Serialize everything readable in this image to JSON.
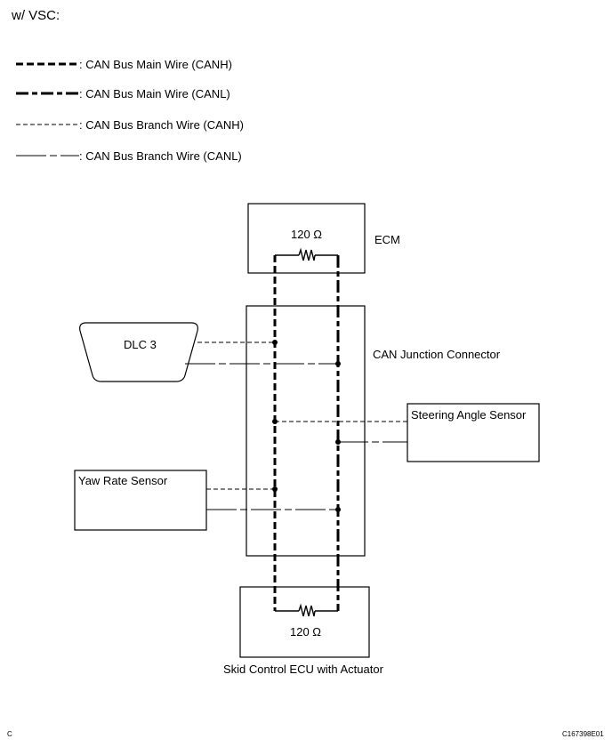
{
  "header": {
    "title": "w/ VSC:"
  },
  "legend": [
    {
      "style": "main-h",
      "label": ": CAN Bus Main Wire (CANH)"
    },
    {
      "style": "main-l",
      "label": ": CAN Bus Main Wire (CANL)"
    },
    {
      "style": "branch-h",
      "label": ": CAN Bus Branch Wire (CANH)"
    },
    {
      "style": "branch-l",
      "label": ": CAN Bus Branch Wire (CANL)"
    }
  ],
  "components": {
    "ecm": {
      "label": "ECM",
      "resistor": "120 Ω"
    },
    "junction": {
      "label": "CAN Junction Connector"
    },
    "dlc": {
      "label": "DLC 3"
    },
    "steering": {
      "label": "Steering Angle Sensor"
    },
    "yaw": {
      "label": "Yaw Rate Sensor"
    },
    "skid": {
      "label": "Skid Control ECU with Actuator",
      "resistor": "120 Ω"
    }
  },
  "footer": {
    "left_code": "C",
    "right_code": "C167398E01"
  }
}
